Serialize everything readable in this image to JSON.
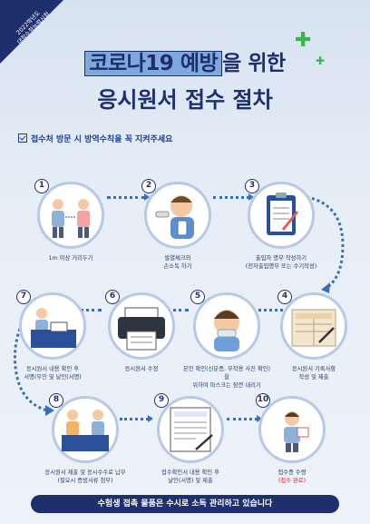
{
  "corner": {
    "line1": "2022학년도",
    "line2": "대학수학능력시험"
  },
  "title": {
    "highlight": "코로나19 예방",
    "rest": "을 위한",
    "line2": "응시원서 접수 절차"
  },
  "notice": "접수처 방문 시 방역수칙을 꼭 지켜주세요",
  "steps": [
    {
      "n": "1",
      "caption": "1m 이상 거리두기"
    },
    {
      "n": "2",
      "caption_a": "발열체크와",
      "caption_b": "손소독 하기"
    },
    {
      "n": "3",
      "caption_a": "출입자 명부 작성하기",
      "caption_b": "(전자출입명부 또는 수기작성)"
    },
    {
      "n": "4",
      "caption_a": "응시원서 기록사항",
      "caption_b": "작성 및 제출"
    },
    {
      "n": "5",
      "caption_a": "본인 확인(신분증, 부착용 사진 확인)을",
      "caption_b": "위하여 마스크는 잠깐 내리기"
    },
    {
      "n": "6",
      "caption": "응시원서 수정"
    },
    {
      "n": "7",
      "caption_a": "응시원서 내용 확인 후",
      "caption_b": "서명(무인 및 날인(서명)"
    },
    {
      "n": "8",
      "caption_a": "응시원서 제출 및 응시수수료 납부",
      "caption_b": "(필요시 증빙서류 첨부)"
    },
    {
      "n": "9",
      "caption_a": "접수확인서 내용 확인 후",
      "caption_b": "날인(서명) 및 제출"
    },
    {
      "n": "10",
      "caption_a": "접수증 수령",
      "caption_b": "(접수 완료)"
    }
  ],
  "colors": {
    "navy": "#1e2f6e",
    "accent": "#7fa8df",
    "green": "#39b54a",
    "arrow": "#3a6fb7"
  },
  "bottom_bar": "수험생 접촉 물품은 수시로 소독 관리하고 있습니다"
}
